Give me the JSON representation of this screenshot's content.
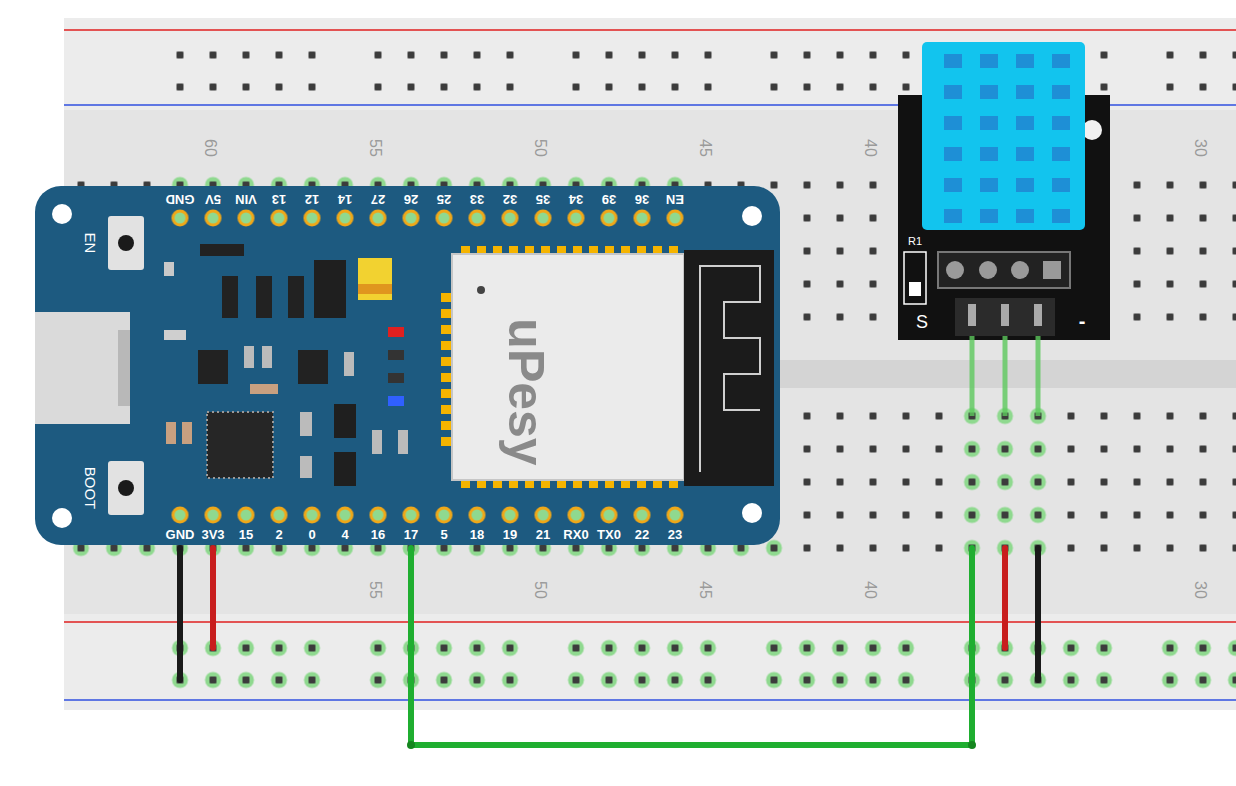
{
  "diagram": {
    "nodes": [
      {
        "text": [
          "60",
          "55",
          "50",
          "45",
          "40",
          "30",
          "55",
          "50",
          "45",
          "40",
          "30"
        ]
      },
      {
        "text": [
          "GND",
          "5V",
          "VIN",
          "13",
          "12",
          "14",
          "27",
          "26",
          "25",
          "33",
          "32",
          "35",
          "34",
          "39",
          "36",
          "EN",
          "GND",
          "3V3",
          "15",
          "2",
          "0",
          "4",
          "16",
          "17",
          "5",
          "18",
          "19",
          "21",
          "RX0",
          "TX0",
          "22",
          "23",
          "EN",
          "BOOT",
          "uPesy"
        ],
        "in": 0
      },
      {
        "text": [
          "R1",
          "S",
          "-"
        ],
        "in": 0
      }
    ]
  }
}
